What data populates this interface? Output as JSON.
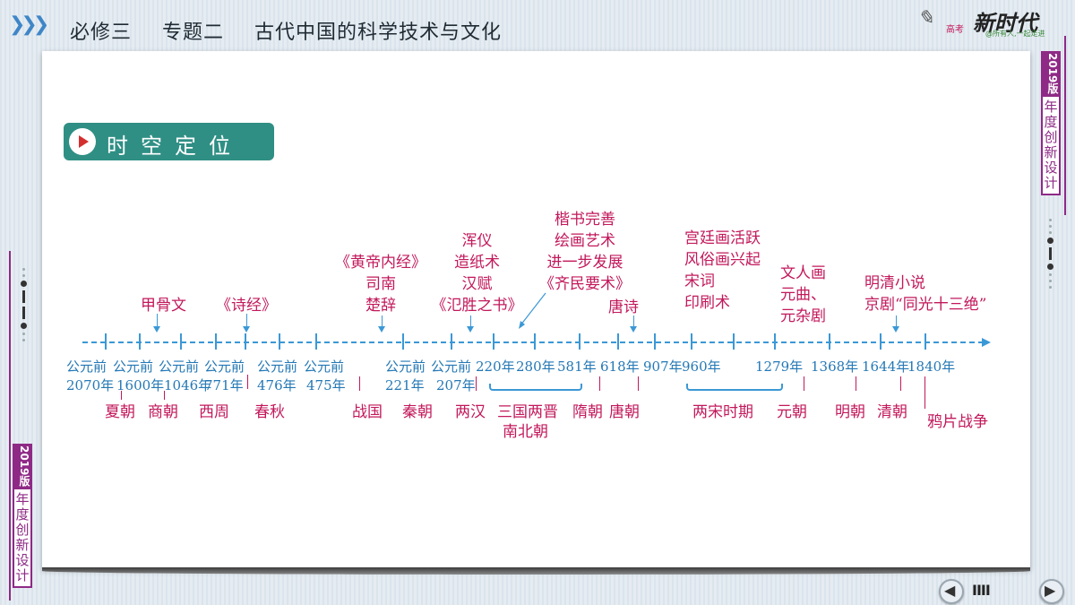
{
  "header": {
    "chevrons": "❯❯❯",
    "course": "必修三",
    "topic": "专题二",
    "title": "古代中国的科学技术与文化"
  },
  "logo": {
    "text1": "高考",
    "text2": "新时代",
    "slogan": "@所有人,一起走进"
  },
  "side_labels": {
    "year_edition": "2019版",
    "subtitle_chars": [
      "年",
      "度",
      "创",
      "新",
      "设",
      "计"
    ]
  },
  "section": {
    "title": "时空定位",
    "icon": "play-icon"
  },
  "timeline": {
    "dates": [
      {
        "line1": "公元前",
        "line2": "2070年"
      },
      {
        "line1": "公元前",
        "line2": "1600年"
      },
      {
        "line1": "公元前",
        "line2": "1046年"
      },
      {
        "line1": "公元前",
        "line2": "771年"
      },
      {
        "line1": "公元前",
        "line2": "476年"
      },
      {
        "line1": "公元前",
        "line2": "475年"
      },
      {
        "line1": "公元前",
        "line2": "221年"
      },
      {
        "line1": "公元前",
        "line2": "207年"
      },
      {
        "line1": "220年",
        "line2": ""
      },
      {
        "line1": "280年",
        "line2": ""
      },
      {
        "line1": "581年",
        "line2": ""
      },
      {
        "line1": "618年",
        "line2": ""
      },
      {
        "line1": "907年",
        "line2": ""
      },
      {
        "line1": "960年",
        "line2": ""
      },
      {
        "line1": "1279年",
        "line2": ""
      },
      {
        "line1": "1368年",
        "line2": ""
      },
      {
        "line1": "1644年",
        "line2": ""
      },
      {
        "line1": "1840年",
        "line2": ""
      }
    ],
    "dynasties": [
      "夏朝",
      "商朝",
      "西周",
      "春秋",
      "战国",
      "秦朝",
      "两汉",
      "三国两晋",
      "南北朝",
      "隋朝",
      "唐朝",
      "两宋时期",
      "元朝",
      "明朝",
      "清朝",
      "鸦片战争"
    ],
    "achievements": {
      "jiagu": "甲骨文",
      "shijing": "《诗经》",
      "zhanguo": [
        "《黄帝内经》",
        "司南",
        "楚辞"
      ],
      "han": [
        "浑仪",
        "造纸术",
        "汉赋",
        "《氾胜之书》"
      ],
      "wei_jin": [
        "楷书完善",
        "绘画艺术",
        "进一步发展",
        "《齐民要术》"
      ],
      "tang": "唐诗",
      "song": [
        "宫廷画活跃",
        "风俗画兴起",
        "宋词",
        "印刷术"
      ],
      "yuan": [
        "文人画",
        "元曲、",
        "元杂剧"
      ],
      "ming_qing": [
        "明清小说",
        "京剧“同光十三绝”"
      ]
    }
  },
  "nav": {
    "prev": "◀",
    "menu": "IIII",
    "next": "▶"
  }
}
